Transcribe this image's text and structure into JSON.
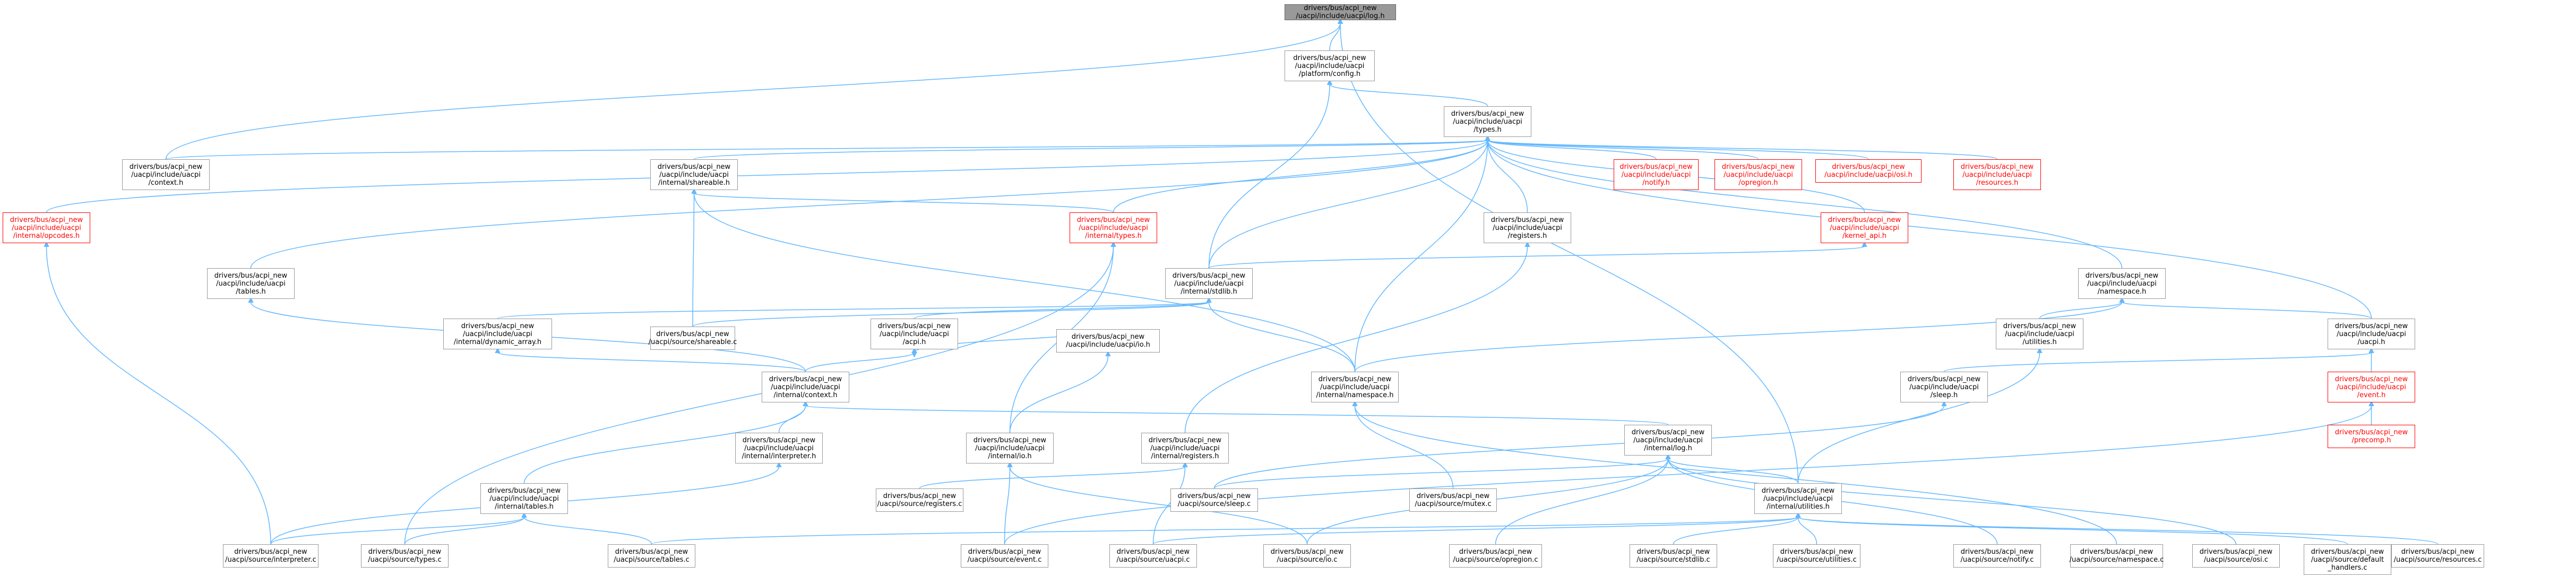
{
  "diagram": {
    "edge_color": "#63b8ff",
    "nodes": [
      {
        "id": "n_acglobal",
        "lines": [
          "drivers/bus/acpi_new",
          "/uacpi/include/uacpi/log.h"
        ],
        "style": "focus"
      },
      {
        "id": "n_config",
        "lines": [
          "drivers/bus/acpi_new",
          "/uacpi/include/uacpi",
          "/platform/config.h"
        ],
        "style": "normal"
      },
      {
        "id": "n_types",
        "lines": [
          "drivers/bus/acpi_new",
          "/uacpi/include/uacpi",
          "/types.h"
        ],
        "style": "normal"
      },
      {
        "id": "n_context",
        "lines": [
          "drivers/bus/acpi_new",
          "/uacpi/include/uacpi",
          "/context.h"
        ],
        "style": "normal"
      },
      {
        "id": "n_shareable",
        "lines": [
          "drivers/bus/acpi_new",
          "/uacpi/include/uacpi",
          "/internal/shareable.h"
        ],
        "style": "normal"
      },
      {
        "id": "n_opcodes",
        "lines": [
          "drivers/bus/acpi_new",
          "/uacpi/include/uacpi",
          "/internal/opcodes.h"
        ],
        "style": "red"
      },
      {
        "id": "n_notify_h",
        "lines": [
          "drivers/bus/acpi_new",
          "/uacpi/include/uacpi",
          "/notify.h"
        ],
        "style": "red"
      },
      {
        "id": "n_opregion_h",
        "lines": [
          "drivers/bus/acpi_new",
          "/uacpi/include/uacpi",
          "/opregion.h"
        ],
        "style": "red"
      },
      {
        "id": "n_osi_h",
        "lines": [
          "drivers/bus/acpi_new",
          "/uacpi/include/uacpi/osi.h"
        ],
        "style": "red"
      },
      {
        "id": "n_resources_h",
        "lines": [
          "drivers/bus/acpi_new",
          "/uacpi/include/uacpi",
          "/resources.h"
        ],
        "style": "red"
      },
      {
        "id": "n_internal_types",
        "lines": [
          "drivers/bus/acpi_new",
          "/uacpi/include/uacpi",
          "/internal/types.h"
        ],
        "style": "red"
      },
      {
        "id": "n_registers_h",
        "lines": [
          "drivers/bus/acpi_new",
          "/uacpi/include/uacpi",
          "/registers.h"
        ],
        "style": "normal"
      },
      {
        "id": "n_kernel_api",
        "lines": [
          "drivers/bus/acpi_new",
          "/uacpi/include/uacpi",
          "/kernel_api.h"
        ],
        "style": "red"
      },
      {
        "id": "n_tables_h",
        "lines": [
          "drivers/bus/acpi_new",
          "/uacpi/include/uacpi",
          "/tables.h"
        ],
        "style": "normal"
      },
      {
        "id": "n_stdlib",
        "lines": [
          "drivers/bus/acpi_new",
          "/uacpi/include/uacpi",
          "/internal/stdlib.h"
        ],
        "style": "normal"
      },
      {
        "id": "n_namespace_h",
        "lines": [
          "drivers/bus/acpi_new",
          "/uacpi/include/uacpi",
          "/namespace.h"
        ],
        "style": "normal"
      },
      {
        "id": "n_dynarray",
        "lines": [
          "drivers/bus/acpi_new",
          "/uacpi/include/uacpi",
          "/internal/dynamic_array.h"
        ],
        "style": "normal"
      },
      {
        "id": "n_shareable_c",
        "lines": [
          "drivers/bus/acpi_new",
          "/uacpi/source/shareable.c"
        ],
        "style": "normal"
      },
      {
        "id": "n_acpi_h",
        "lines": [
          "drivers/bus/acpi_new",
          "/uacpi/include/uacpi",
          "/acpi.h"
        ],
        "style": "normal"
      },
      {
        "id": "n_utilities_h",
        "lines": [
          "drivers/bus/acpi_new",
          "/uacpi/include/uacpi",
          "/utilities.h"
        ],
        "style": "normal"
      },
      {
        "id": "n_uacpi_h",
        "lines": [
          "drivers/bus/acpi_new",
          "/uacpi/include/uacpi",
          "/uacpi.h"
        ],
        "style": "normal"
      },
      {
        "id": "n_acpi_io",
        "lines": [
          "drivers/bus/acpi_new",
          "/uacpi/include/uacpi/io.h"
        ],
        "style": "normal"
      },
      {
        "id": "n_int_context",
        "lines": [
          "drivers/bus/acpi_new",
          "/uacpi/include/uacpi",
          "/internal/context.h"
        ],
        "style": "normal"
      },
      {
        "id": "n_int_namespace",
        "lines": [
          "drivers/bus/acpi_new",
          "/uacpi/include/uacpi",
          "/internal/namespace.h"
        ],
        "style": "normal"
      },
      {
        "id": "n_sleep_h",
        "lines": [
          "drivers/bus/acpi_new",
          "/uacpi/include/uacpi",
          "/sleep.h"
        ],
        "style": "normal"
      },
      {
        "id": "n_event_h",
        "lines": [
          "drivers/bus/acpi_new",
          "/uacpi/include/uacpi",
          "/event.h"
        ],
        "style": "red"
      },
      {
        "id": "n_precomp",
        "lines": [
          "drivers/bus/acpi_new",
          "/precomp.h"
        ],
        "style": "red"
      },
      {
        "id": "n_int_log",
        "lines": [
          "drivers/bus/acpi_new",
          "/uacpi/include/uacpi",
          "/internal/log.h"
        ],
        "style": "normal"
      },
      {
        "id": "n_int_interp",
        "lines": [
          "drivers/bus/acpi_new",
          "/uacpi/include/uacpi",
          "/internal/interpreter.h"
        ],
        "style": "normal"
      },
      {
        "id": "n_int_io",
        "lines": [
          "drivers/bus/acpi_new",
          "/uacpi/include/uacpi",
          "/internal/io.h"
        ],
        "style": "normal"
      },
      {
        "id": "n_int_registers",
        "lines": [
          "drivers/bus/acpi_new",
          "/uacpi/include/uacpi",
          "/internal/registers.h"
        ],
        "style": "normal"
      },
      {
        "id": "n_int_tables",
        "lines": [
          "drivers/bus/acpi_new",
          "/uacpi/include/uacpi",
          "/internal/tables.h"
        ],
        "style": "normal"
      },
      {
        "id": "n_int_utilities",
        "lines": [
          "drivers/bus/acpi_new",
          "/uacpi/include/uacpi",
          "/internal/utilities.h"
        ],
        "style": "normal"
      },
      {
        "id": "n_src_registers",
        "lines": [
          "drivers/bus/acpi_new",
          "/uacpi/source/registers.c"
        ],
        "style": "normal"
      },
      {
        "id": "n_src_sleep",
        "lines": [
          "drivers/bus/acpi_new",
          "/uacpi/source/sleep.c"
        ],
        "style": "normal"
      },
      {
        "id": "n_src_mutex",
        "lines": [
          "drivers/bus/acpi_new",
          "/uacpi/source/mutex.c"
        ],
        "style": "normal"
      },
      {
        "id": "n_src_interpreter",
        "lines": [
          "drivers/bus/acpi_new",
          "/uacpi/source/interpreter.c"
        ],
        "style": "normal"
      },
      {
        "id": "n_src_types",
        "lines": [
          "drivers/bus/acpi_new",
          "/uacpi/source/types.c"
        ],
        "style": "normal"
      },
      {
        "id": "n_src_tables",
        "lines": [
          "drivers/bus/acpi_new",
          "/uacpi/source/tables.c"
        ],
        "style": "normal"
      },
      {
        "id": "n_src_event",
        "lines": [
          "drivers/bus/acpi_new",
          "/uacpi/source/event.c"
        ],
        "style": "normal"
      },
      {
        "id": "n_src_uacpi",
        "lines": [
          "drivers/bus/acpi_new",
          "/uacpi/source/uacpi.c"
        ],
        "style": "normal"
      },
      {
        "id": "n_src_io",
        "lines": [
          "drivers/bus/acpi_new",
          "/uacpi/source/io.c"
        ],
        "style": "normal"
      },
      {
        "id": "n_src_opregion",
        "lines": [
          "drivers/bus/acpi_new",
          "/uacpi/source/opregion.c"
        ],
        "style": "normal"
      },
      {
        "id": "n_src_stdlib",
        "lines": [
          "drivers/bus/acpi_new",
          "/uacpi/source/stdlib.c"
        ],
        "style": "normal"
      },
      {
        "id": "n_src_utilities",
        "lines": [
          "drivers/bus/acpi_new",
          "/uacpi/source/utilities.c"
        ],
        "style": "normal"
      },
      {
        "id": "n_src_notify",
        "lines": [
          "drivers/bus/acpi_new",
          "/uacpi/source/notify.c"
        ],
        "style": "normal"
      },
      {
        "id": "n_src_namespace",
        "lines": [
          "drivers/bus/acpi_new",
          "/uacpi/source/namespace.c"
        ],
        "style": "normal"
      },
      {
        "id": "n_src_osi",
        "lines": [
          "drivers/bus/acpi_new",
          "/uacpi/source/osi.c"
        ],
        "style": "normal"
      },
      {
        "id": "n_src_default",
        "lines": [
          "drivers/bus/acpi_new",
          "/uacpi/source/default",
          "_handlers.c"
        ],
        "style": "normal"
      },
      {
        "id": "n_src_resources",
        "lines": [
          "drivers/bus/acpi_new",
          "/uacpi/source/resources.c"
        ],
        "style": "normal"
      }
    ]
  }
}
